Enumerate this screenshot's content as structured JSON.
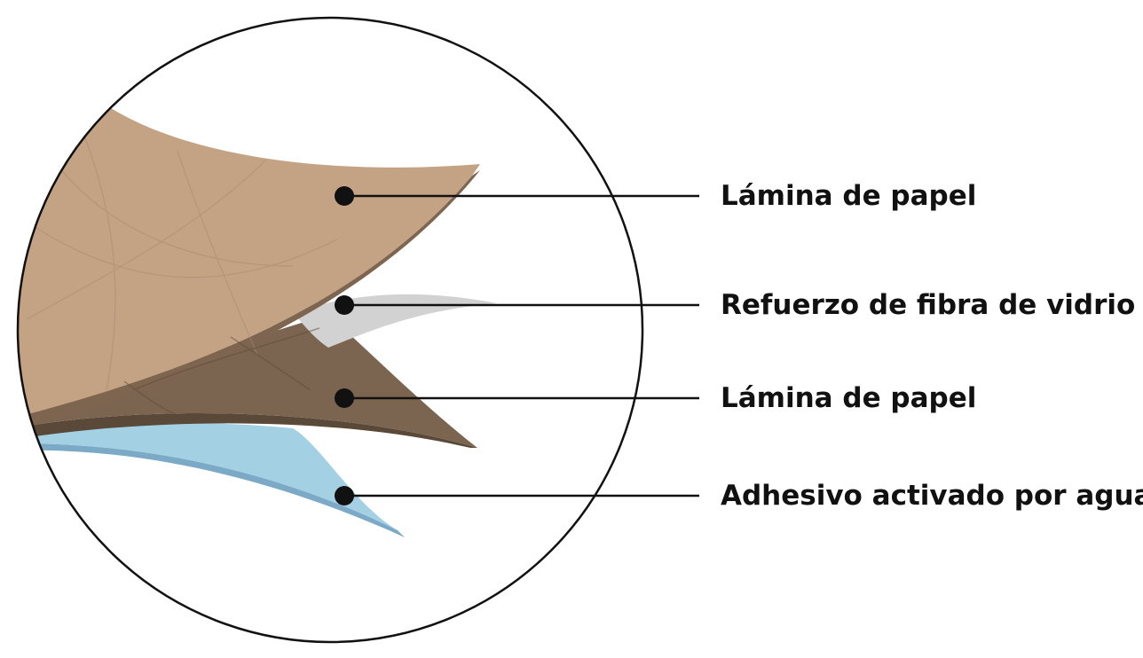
{
  "diagram": {
    "layers": [
      {
        "id": "top-paper",
        "label": "Lámina de papel",
        "color": "#c4a385",
        "edge_color": "#7e6550"
      },
      {
        "id": "fiberglass",
        "label": "Refuerzo de fibra de vidrio",
        "color": "#d2d2d2",
        "edge_color": "#a9a9a9"
      },
      {
        "id": "bottom-paper",
        "label": "Lámina de papel",
        "color": "#7c6550",
        "edge_color": "#5a4838"
      },
      {
        "id": "adhesive",
        "label": "Adhesivo activado por agua",
        "color": "#a3d1e3",
        "edge_color": "#7ba9c6"
      }
    ],
    "outline_color": "#111111",
    "line_color": "#111111"
  }
}
